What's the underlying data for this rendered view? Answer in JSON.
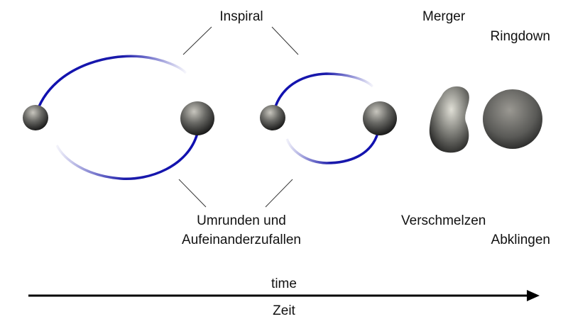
{
  "labels": {
    "inspiral": "Inspiral",
    "inspiral_de_line1": "Umrunden und",
    "inspiral_de_line2": "Aufeinanderzufallen",
    "merger": "Merger",
    "merger_de": "Verschmelzen",
    "ringdown": "Ringdown",
    "ringdown_de": "Abklingen",
    "time": "time",
    "time_de": "Zeit"
  },
  "colors": {
    "orbit": "#1a1aaa",
    "text": "#111111",
    "arrow": "#000000"
  }
}
